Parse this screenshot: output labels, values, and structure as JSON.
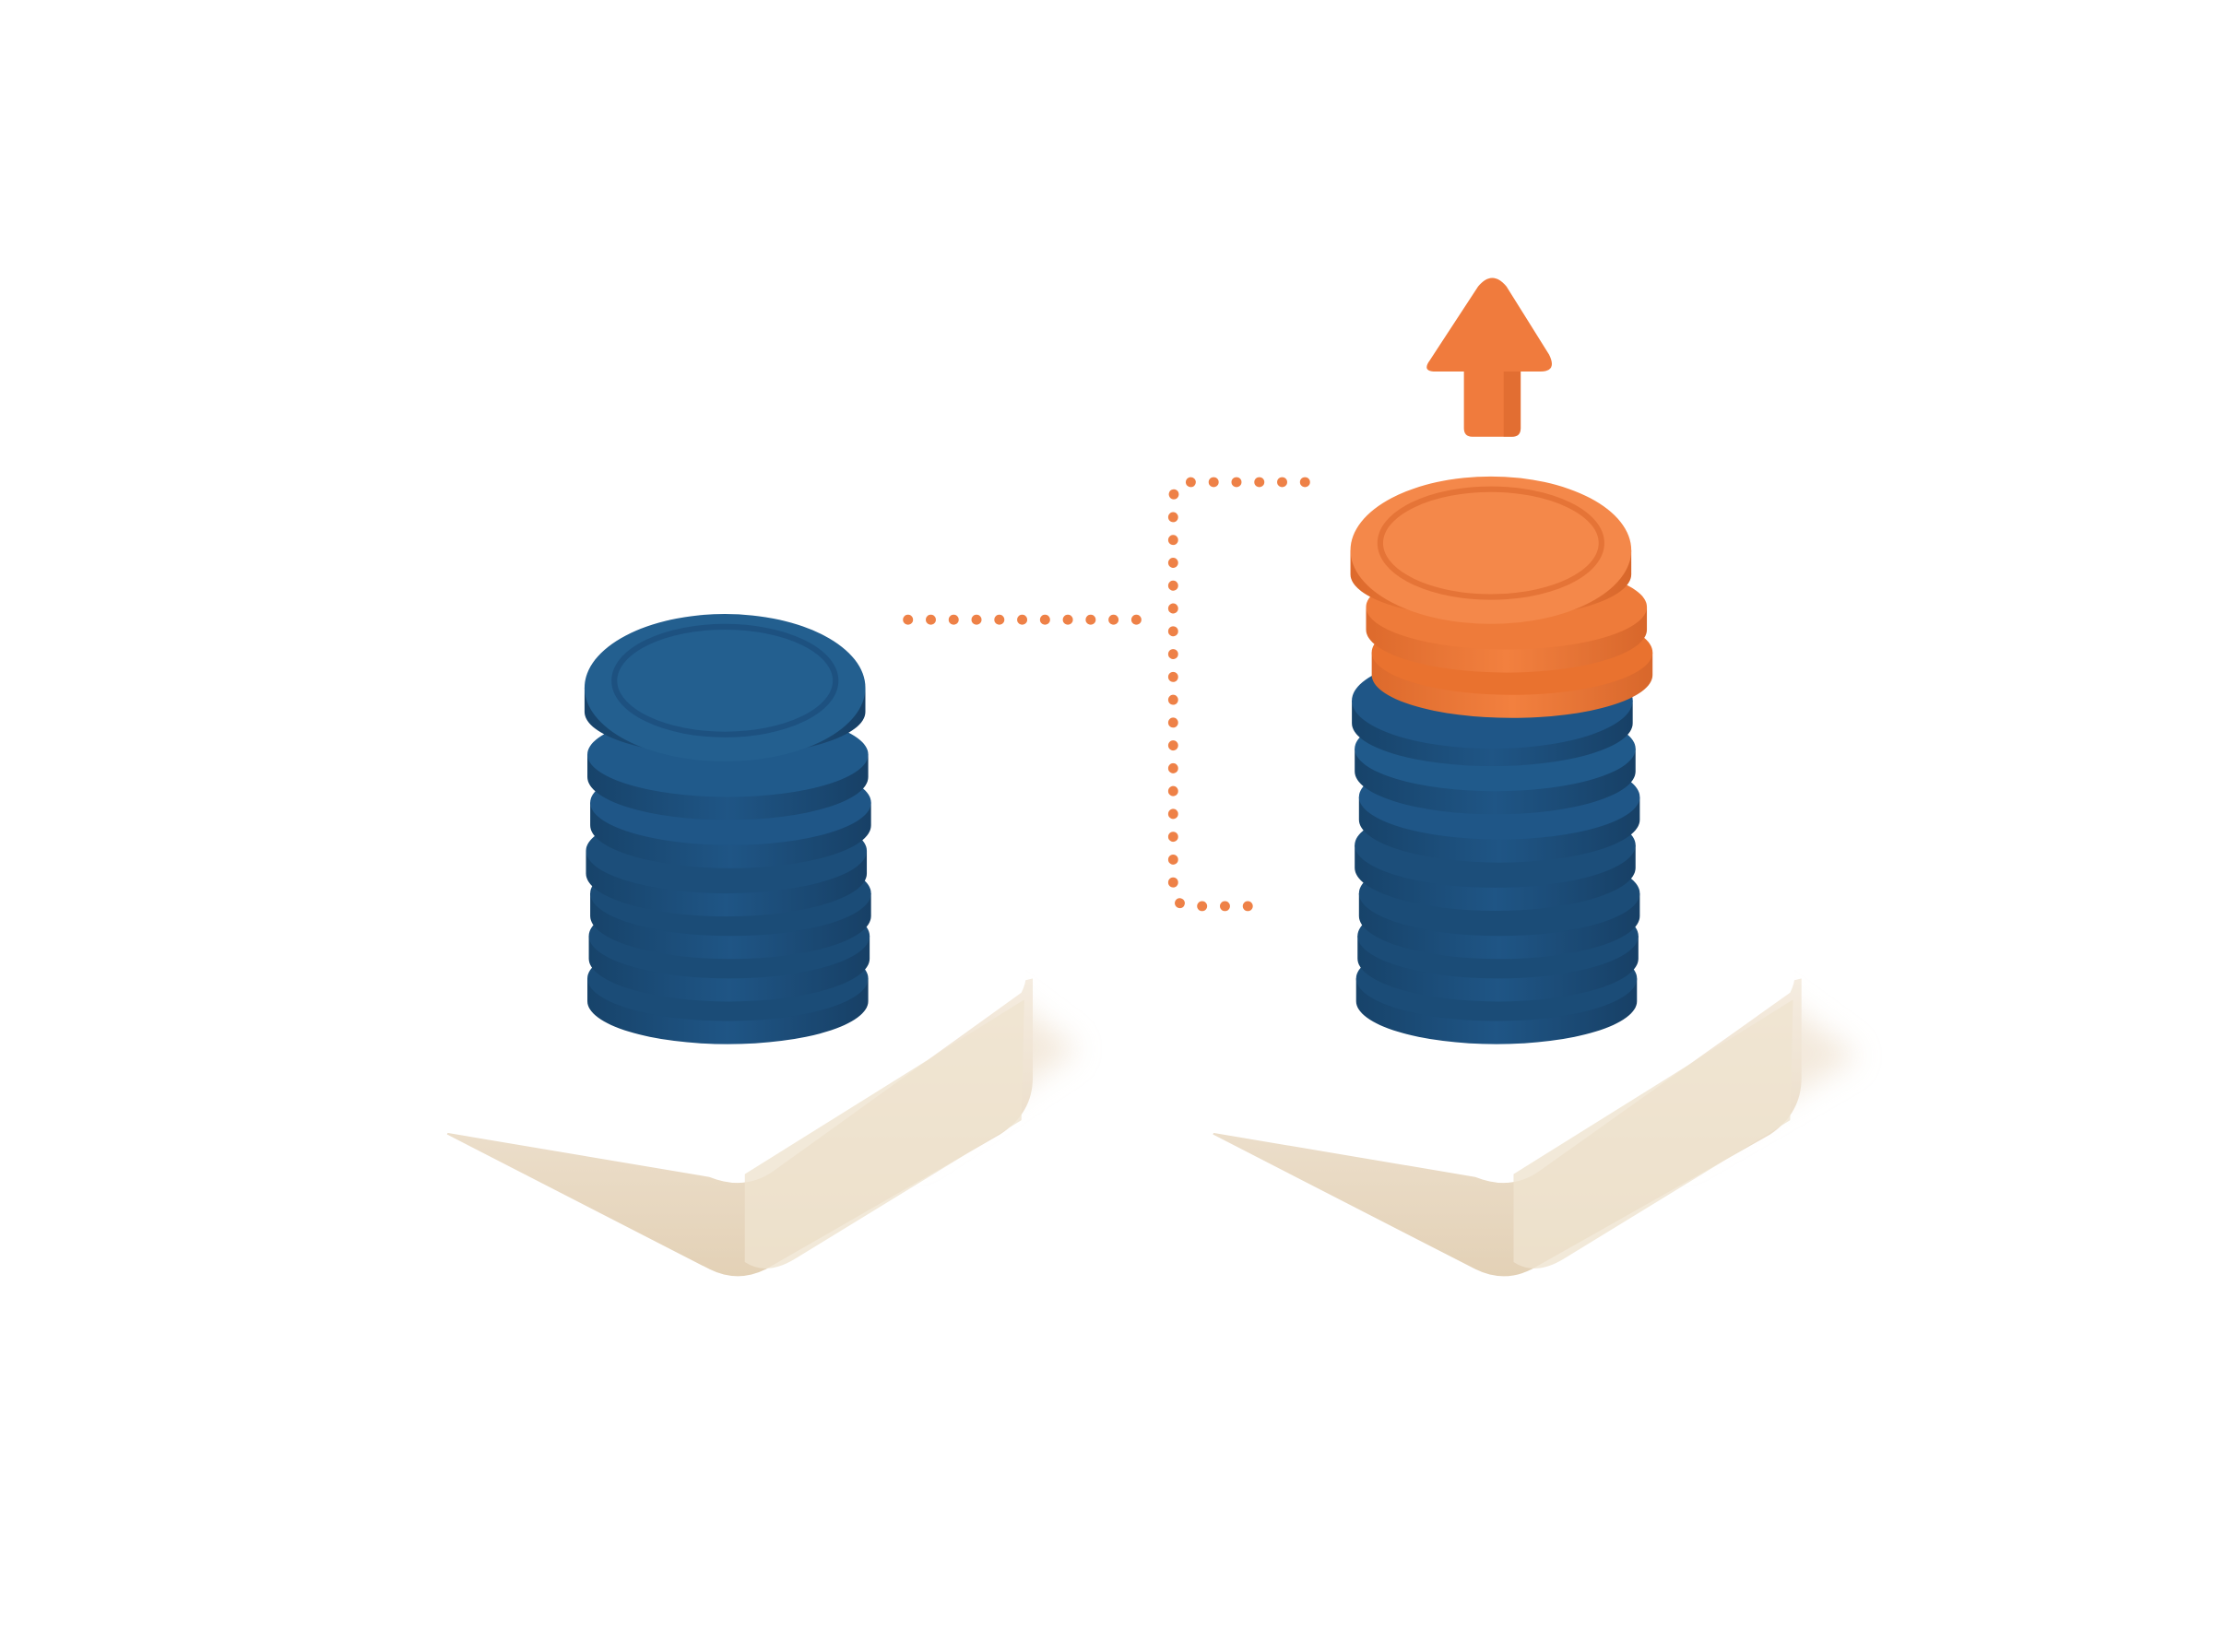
{
  "scene": {
    "left_stack": {
      "blue_coins": 7
    },
    "right_stack": {
      "blue_coins": 7,
      "orange_coins": 3
    },
    "arrow_direction": "up",
    "connector_style": "dotted"
  },
  "colors": {
    "background": "#ffffff",
    "coin_blue_top": "#235f8f",
    "coin_blue_side": "#1d4f7a",
    "coin_blue_shade": "#163f63",
    "coin_orange_top": "#f4884a",
    "coin_orange_side": "#ea7637",
    "coin_orange_shade": "#d4652a",
    "pedestal_top": "#ffffff",
    "pedestal_side": "#ecdfca",
    "shadow": "#e7d6bf",
    "dots": "#ee8147",
    "arrow": "#f07b3d"
  }
}
